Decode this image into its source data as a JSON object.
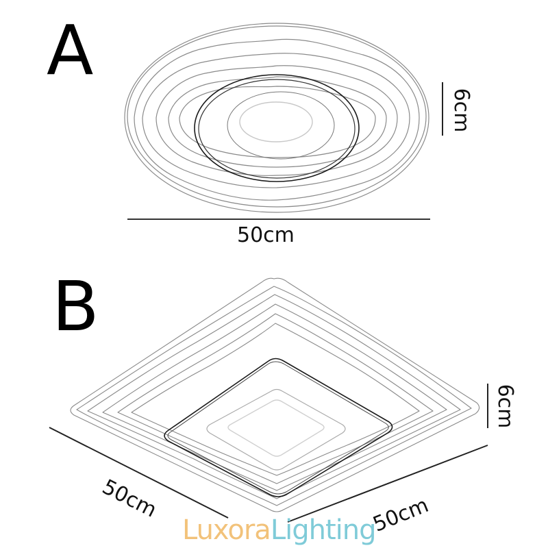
{
  "figures": {
    "a": {
      "label": "A",
      "shape": "round",
      "width_label": "50cm",
      "height_label": "6cm"
    },
    "b": {
      "label": "B",
      "shape": "square",
      "left_width_label": "50cm",
      "right_width_label": "50cm",
      "height_label": "6cm"
    }
  },
  "brand": {
    "part1": "Luxora",
    "part2": "Lighting",
    "part1_color": "#F2C27A",
    "part2_color": "#7FCBD8"
  },
  "colors": {
    "line": "#222222",
    "sketch": "#8a8a8a"
  }
}
